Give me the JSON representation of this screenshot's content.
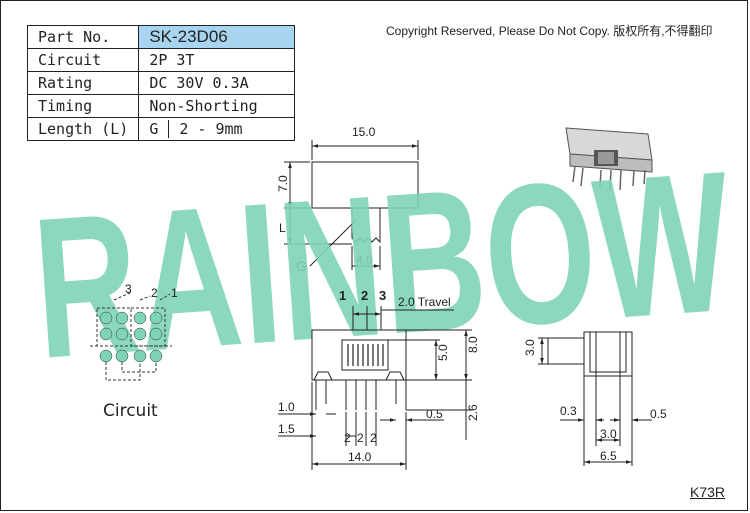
{
  "spec_table": {
    "rows": [
      {
        "label": "Part No.",
        "value": "SK-23D06"
      },
      {
        "label": "Circuit",
        "value": "2P 3T"
      },
      {
        "label": "Rating",
        "value": "DC 30V 0.3A"
      },
      {
        "label": "Timing",
        "value": "Non-Shorting"
      },
      {
        "label": "Length (L)",
        "value_g": "G",
        "value": "2 - 9mm"
      }
    ],
    "highlight_color": "#a8d4ef"
  },
  "copyright": "Copyright Reserved, Please Do Not Copy. 版权所有,不得翻印",
  "watermark": {
    "text": "RAINBOW",
    "color": "#7fd4b5"
  },
  "drawing": {
    "top_view": {
      "width": "15.0",
      "height": "7.0",
      "lever_length": "L",
      "lever_width": "4.0",
      "g_label": "G"
    },
    "front_view": {
      "pin_labels": [
        "1",
        "2",
        "3"
      ],
      "travel": "2.0 Travel",
      "height_body": "5.0",
      "height_total": "8.0",
      "pin_length": "2.6",
      "offset_left_a": "1.0",
      "offset_left_b": "1.5",
      "offset_right": "0.5",
      "pin_pitch": [
        "2",
        "2",
        "2"
      ],
      "width_total": "14.0"
    },
    "side_view": {
      "lever_height": "3.0",
      "left": "0.3",
      "right": "0.5",
      "pitch": "3.0",
      "width": "6.5"
    },
    "circuit": {
      "label": "Circuit",
      "pin_numbers": [
        "3",
        "2",
        "1"
      ]
    }
  },
  "model_code": "K73R"
}
